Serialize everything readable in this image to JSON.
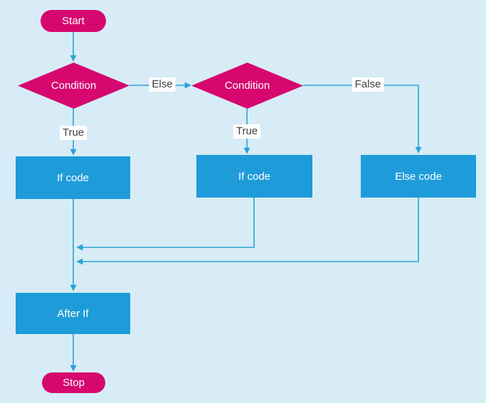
{
  "colors": {
    "background": "#d7ecf6",
    "node_pink": "#d6076e",
    "node_blue": "#1d9cd9",
    "connector": "#2ba3d4",
    "node_text": "#ffffff",
    "edge_label_text": "#3f3f3f",
    "edge_label_bg": "#ffffff"
  },
  "nodes": {
    "start": {
      "label": "Start"
    },
    "condition1": {
      "label": "Condition"
    },
    "condition2": {
      "label": "Condition"
    },
    "if_code_1": {
      "label": "If code"
    },
    "if_code_2": {
      "label": "If code"
    },
    "else_code": {
      "label": "Else code"
    },
    "after_if": {
      "label": "After If"
    },
    "stop": {
      "label": "Stop"
    }
  },
  "edge_labels": {
    "else": {
      "label": "Else"
    },
    "true_1": {
      "label": "True"
    },
    "true_2": {
      "label": "True"
    },
    "false": {
      "label": "False"
    }
  }
}
